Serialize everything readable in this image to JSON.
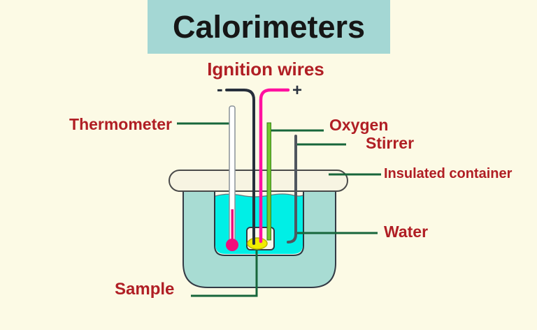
{
  "title": "Calorimeters",
  "subtitle": "Ignition wires",
  "labels": {
    "thermometer": "Thermometer",
    "oxygen": "Oxygen",
    "stirrer": "Stirrer",
    "insulated_container": "Insulated container",
    "water": "Water",
    "sample": "Sample"
  },
  "diagram": {
    "minus": "-",
    "plus": "+"
  },
  "colors": {
    "background": "#fcfae5",
    "banner": "#a4d7d4",
    "label_red": "#b01e24",
    "pointer_green": "#17663b",
    "water_cyan": "#00efe6",
    "outer_container_teal": "#a8dcd3",
    "lid_cream": "#f7f4e2",
    "pink_wire": "#ff10a0",
    "black_wire": "#272f3b",
    "oxygen_tube_green": "#74c62e",
    "stirrer_gray": "#50565e",
    "thermometer_fluid": "#f00d7c",
    "sample_yellow": "#f1ed00"
  }
}
